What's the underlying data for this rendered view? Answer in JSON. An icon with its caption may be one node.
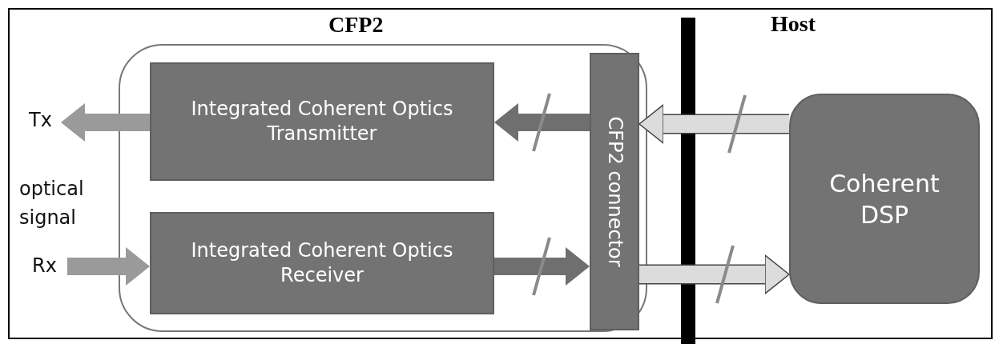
{
  "diagram": {
    "nodes": [
      {
        "text": [
          "CFP2"
        ]
      },
      {
        "text": [
          "Integrated Coherent Optics Transmitter"
        ],
        "in": 0
      },
      {
        "text": [
          "Integrated Coherent Optics Receiver"
        ],
        "in": 0
      },
      {
        "text": [
          "CFP2 connector"
        ],
        "in": 0
      },
      {
        "text": [
          "Coherent DSP"
        ]
      },
      {
        "text": [
          "Tx"
        ]
      },
      {
        "text": [
          "Rx"
        ]
      }
    ],
    "edges": [
      {
        "from": 1,
        "to": 5,
        "arrow": "to",
        "color": "#9a9a9a"
      },
      {
        "from": 6,
        "to": 2,
        "arrow": "to",
        "color": "#9a9a9a"
      },
      {
        "from": 3,
        "to": 1,
        "arrow": "to",
        "color": "#6f6f6f"
      },
      {
        "from": 2,
        "to": 3,
        "arrow": "to",
        "color": "#6f6f6f"
      },
      {
        "from": 4,
        "to": 3,
        "arrow": "to",
        "color": "#dcdcdc"
      },
      {
        "from": 3,
        "to": 4,
        "arrow": "to",
        "color": "#dcdcdc"
      }
    ],
    "labels": [
      "Host",
      "optical signal"
    ]
  }
}
